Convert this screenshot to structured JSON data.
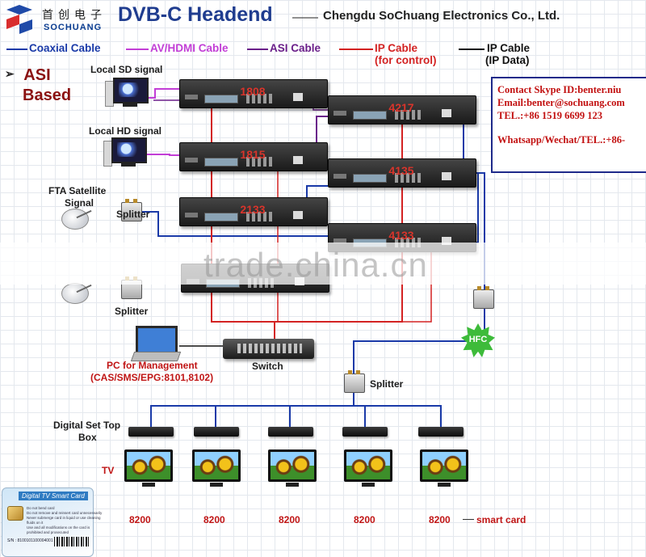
{
  "header": {
    "logo_cn": "首创电子",
    "logo_en": "SOCHUANG",
    "title": "DVB-C Headend",
    "company": "Chengdu SoChuang Electronics Co., Ltd."
  },
  "legend": {
    "coaxial": "Coaxial Cable",
    "av_hdmi": "AV/HDMI Cable",
    "asi": "ASI Cable",
    "ip_control_1": "IP Cable",
    "ip_control_2": "(for control)",
    "ip_data_1": "IP Cable",
    "ip_data_2": "(IP Data)",
    "colors": {
      "coaxial": "#1a3aa8",
      "av_hdmi": "#c23ed6",
      "asi": "#6a1f8a",
      "ip_control": "#d32222",
      "ip_data": "#111111"
    }
  },
  "section": {
    "line1": "ASI",
    "line2": "Based",
    "arrow": "➢"
  },
  "sources": {
    "local_sd": "Local SD signal",
    "local_hd": "Local HD signal",
    "fta_1": "FTA Satellite",
    "fta_2": "Signal",
    "splitter_top": "Splitter",
    "splitter_bottom": "Splitter"
  },
  "devices": {
    "enc1": "1808",
    "enc2": "1815",
    "rx": "2133",
    "mux": "4217",
    "mod1": "4135",
    "mod2": "4133"
  },
  "contact": {
    "skype": "Contact Skype ID:benter.niu",
    "email": "Email:benter@sochuang.com",
    "tel": "TEL.:+86 1519 6699 123",
    "whatsapp": "Whatsapp/Wechat/TEL.:+86-"
  },
  "watermark": "trade.china.cn",
  "management": {
    "pc_1": "PC for Management",
    "pc_2": "(CAS/SMS/EPG:8101,8102)",
    "switch": "Switch",
    "hfc": "HFC",
    "splitter": "Splitter"
  },
  "client": {
    "stb_1": "Digital Set Top",
    "stb_2": "Box",
    "tv": "TV",
    "card_numbers": [
      "8200",
      "8200",
      "8200",
      "8200",
      "8200"
    ],
    "smart_card": "smart card"
  },
  "card": {
    "title": "Digital TV Smart Card",
    "line1": "Do not bend card",
    "line2": "Do not remove and reinsert card unnecessarily",
    "line3": "Never submerge card in liquid or use cleaning",
    "line4": "fluids on it",
    "line5": "Use and all modifications on the card is",
    "line6": "prohibited and prosecuted",
    "sn": "S/N : 8100101100004001"
  }
}
